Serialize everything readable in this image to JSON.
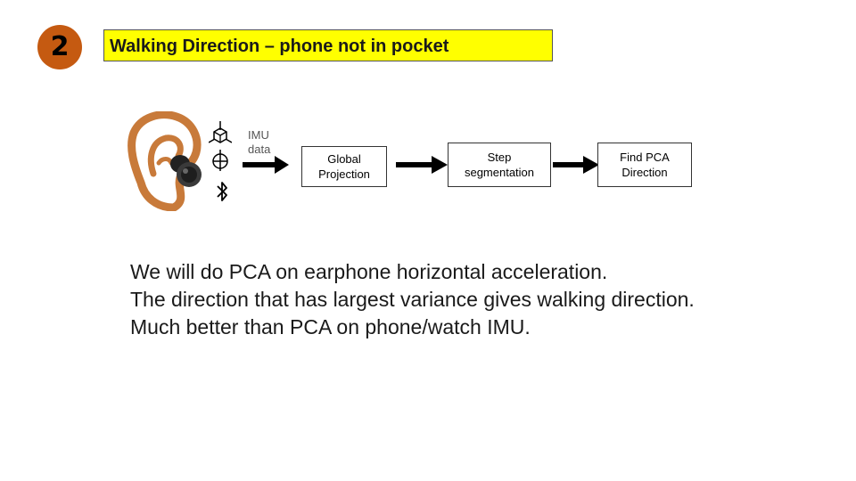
{
  "slide": {
    "number": "2",
    "title": "Walking Direction – phone not in pocket",
    "colors": {
      "badge": "#c55a11",
      "title_fill": "#ffff00",
      "ear": "#c87a3a",
      "earbud": "#333333"
    }
  },
  "diagram": {
    "icons": [
      "ear-icon",
      "earbud-icon",
      "imu-cube-icon",
      "compass-icon",
      "bluetooth-icon"
    ],
    "imu_label": "IMU\ndata",
    "steps": [
      {
        "label": "Global\nProjection"
      },
      {
        "label": "Step\nsegmentation"
      },
      {
        "label": "Find PCA\nDirection"
      }
    ]
  },
  "notes": [
    "We will do PCA on earphone horizontal acceleration.",
    "The direction that has largest variance gives walking direction.",
    "Much better than PCA on phone/watch IMU."
  ]
}
